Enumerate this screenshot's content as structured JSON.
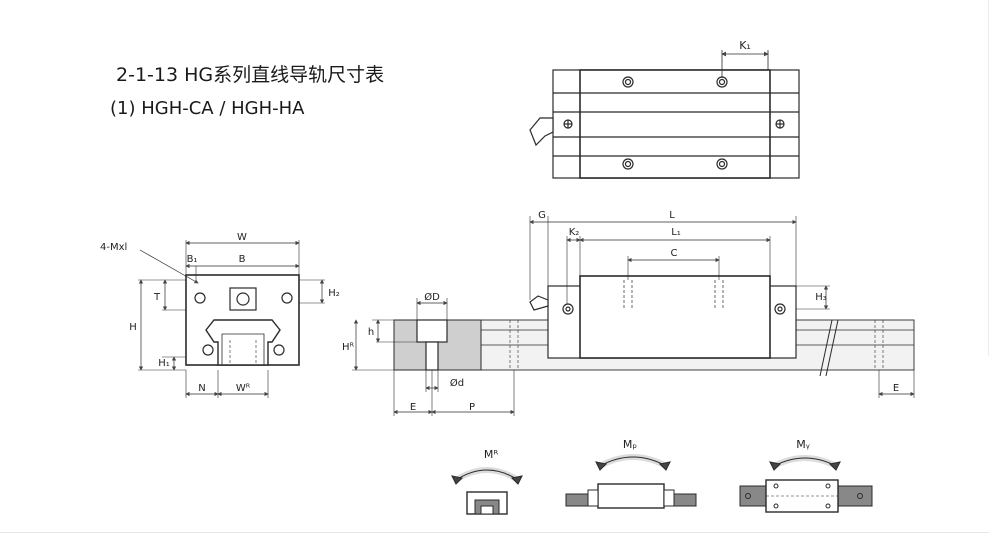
{
  "heading": {
    "title": "2-1-13 HG系列直线导轨尺寸表",
    "subtitle": "(1) HGH-CA / HGH-HA"
  },
  "labels": {
    "k1": "K₁",
    "mxl": "4-Mxl",
    "w": "W",
    "b1": "B₁",
    "b": "B",
    "t": "T",
    "h": "H",
    "h2": "H₂",
    "h1": "H₁",
    "n": "N",
    "wr": "Wᴿ",
    "g": "G",
    "l": "L",
    "k2": "K₂",
    "l1": "L₁",
    "c": "C",
    "h3": "H₃",
    "od_big": "ØD",
    "h_small": "h",
    "hr": "Hᴿ",
    "od_small": "Ød",
    "e_left": "E",
    "p": "P",
    "e_right": "E",
    "mr": "Mᴿ",
    "mp": "Mₚ",
    "my": "Mᵧ"
  },
  "colors": {
    "line": "#2b2b2b",
    "dim": "#444444",
    "body_fill": "#ffffff",
    "rail_fill": "#f2f2f2",
    "section_fill": "#cfcfcf",
    "arrow_fill": "#e0e0e0"
  }
}
